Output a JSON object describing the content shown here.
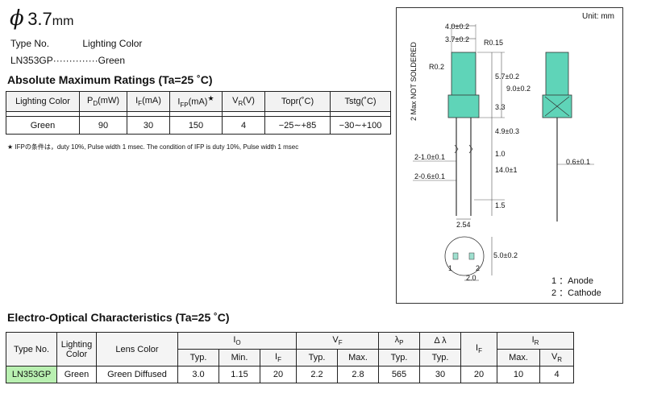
{
  "title": {
    "phi": "ϕ",
    "value": "3.7",
    "unit": "mm"
  },
  "type_header": {
    "type_no": "Type No.",
    "lighting_color": "Lighting Color"
  },
  "type_line": "LN353GP··············Green",
  "amr": {
    "title": "Absolute Maximum Ratings (Ta=25 ˚C)",
    "headers": [
      "Lighting Color",
      "P",
      "D",
      "(mW)",
      "I",
      "F",
      "(mA)",
      "I",
      "FP",
      "(mA)",
      "★",
      "V",
      "R",
      "(V)",
      "Topr(˚C)",
      "Tstg(˚C)"
    ],
    "row": [
      "Green",
      "90",
      "30",
      "150",
      "4",
      "−25∼+85",
      "−30∼+100"
    ]
  },
  "footnote": "★ IFPの条件は，duty 10%, Pulse width 1 msec.   The condition of IFP is duty 10%, Pulse width 1 msec",
  "drawing": {
    "unit": "Unit: mm",
    "dims": [
      "4.0±0.2",
      "3.7±0.2",
      "R0.15",
      "R0.2",
      "5.7±0.2",
      "9.0±0.2",
      "3.3",
      "4.9±0.3",
      "1.0",
      "14.0±1",
      "1.5",
      "2-1.0±0.1",
      "2-0.6±0.1",
      "2.54",
      "0.6±0.1",
      "2.0",
      "5.0±0.2"
    ],
    "vertical_note": "2 Max NOT SOLDERED",
    "pins": [
      {
        "num": "1",
        "name": "：Anode"
      },
      {
        "num": "2",
        "name": "：Cathode"
      }
    ],
    "pin_labels": [
      "1",
      "2"
    ],
    "lens_color": "#5fd4b8"
  },
  "eoc": {
    "title": "Electro-Optical Characteristics (Ta=25 ˚C)",
    "h": {
      "type_no": "Type No.",
      "lighting": "Lighting",
      "color": "Color",
      "lens": "Lens Color",
      "io": "I",
      "io_sub": "O",
      "vf": "V",
      "vf_sub": "F",
      "lp": "λ",
      "lp_sub": "P",
      "dl": "Δ λ",
      "ir": "I",
      "ir_sub": "R",
      "typ": "Typ.",
      "min": "Min.",
      "max": "Max.",
      "if": "I",
      "if_sub": "F",
      "vr": "V",
      "vr_sub": "R"
    },
    "row": [
      "LN353GP",
      "Green",
      "Green Diffused",
      "3.0",
      "1.15",
      "20",
      "2.2",
      "2.8",
      "565",
      "30",
      "20",
      "10",
      "4"
    ]
  }
}
